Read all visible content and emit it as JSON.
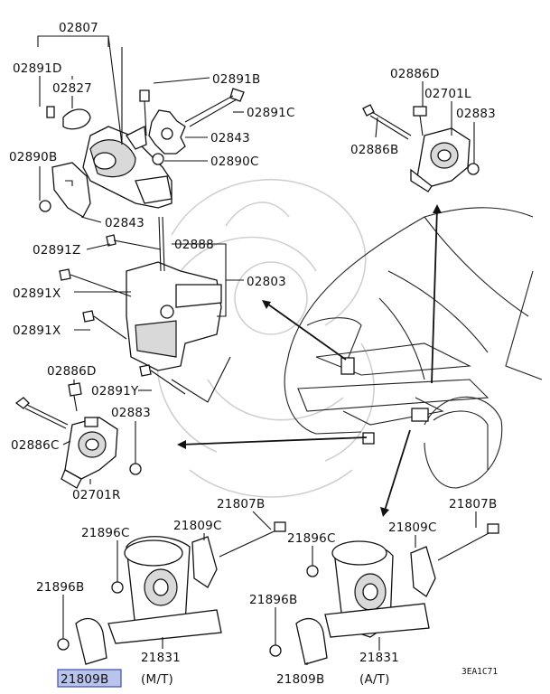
{
  "labels": {
    "l02807": "02807",
    "l02891D": "02891D",
    "l02827": "02827",
    "l02891B": "02891B",
    "l02891C": "02891C",
    "l02843a": "02843",
    "l02890C": "02890C",
    "l02890B": "02890B",
    "l02843b": "02843",
    "l02891Z": "02891Z",
    "l02888": "02888",
    "l02891Xa": "02891X",
    "l02803": "02803",
    "l02891Xb": "02891X",
    "l02886Da": "02886D",
    "l02891Y": "02891Y",
    "l02883a": "02883",
    "l02886C": "02886C",
    "l02701R": "02701R",
    "l02886Db": "02886D",
    "l02701L": "02701L",
    "l02883b": "02883",
    "l02886B": "02886B",
    "l21807Ba": "21807B",
    "l21896Ca": "21896C",
    "l21809Ca": "21809C",
    "l21896Ba": "21896B",
    "l21831a": "21831",
    "l21809Ba": "21809B",
    "lMT": "(M/T)",
    "l21807Bb": "21807B",
    "l21896Cb": "21896C",
    "l21809Cb": "21809C",
    "l21896Bb": "21896B",
    "l21831b": "21831",
    "l21809Bb": "21809B",
    "lAT": "(A/T)",
    "code": "3EA1C71"
  },
  "highlight": {
    "part": "21809B",
    "color": "#b9c3ec"
  }
}
